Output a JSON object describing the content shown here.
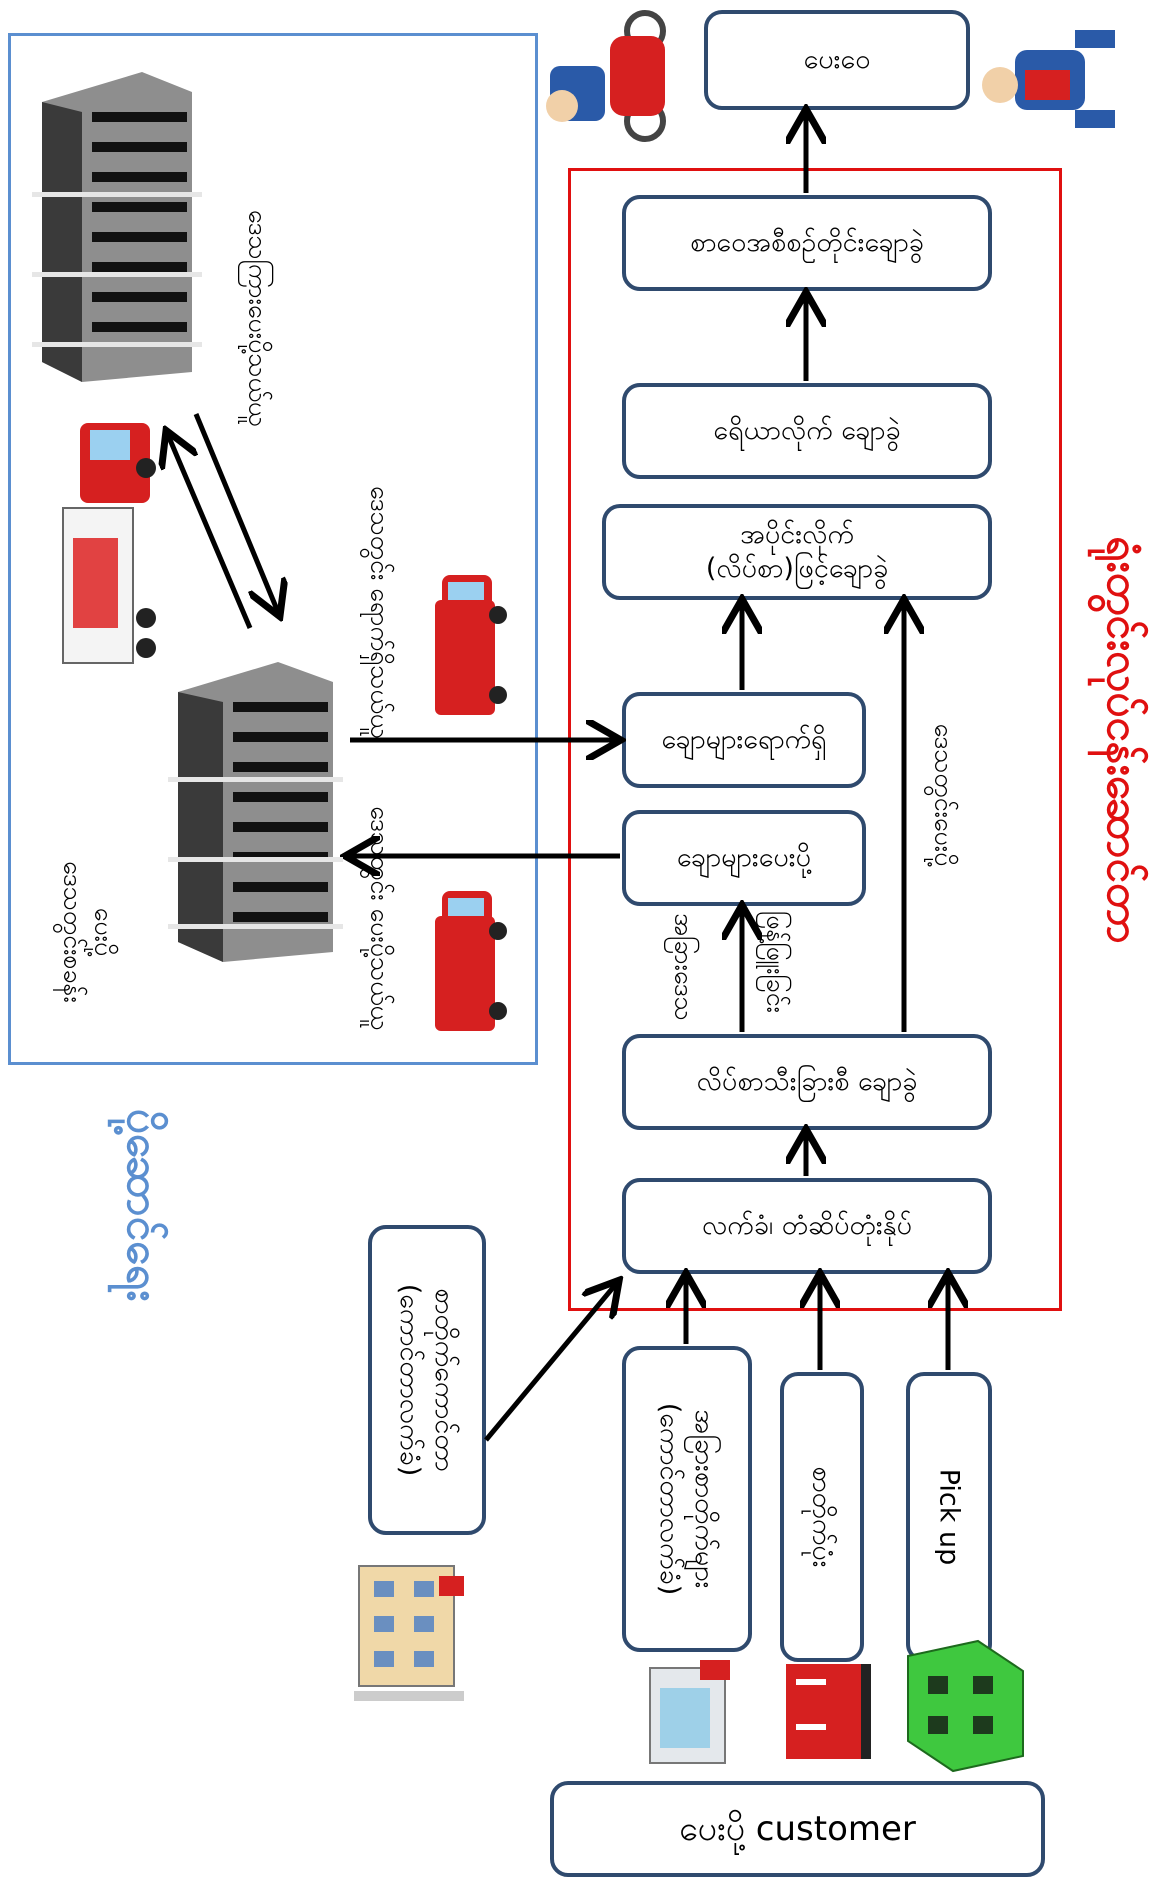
{
  "boxes": {
    "delivery": "ပေးဝေ",
    "sort_by_route": "စာဝေအစီစဉ်တိုင်းချောခွဲ",
    "sort_by_quarter": "ရေိယာလိုက် ချောခွဲ",
    "sort_by_section_line1": "အပိုင်းလိုက်",
    "sort_by_section_line2": "(လိပ်စာ)ဖြင့်ချောခွဲ",
    "mail_received": "ချောများရောက်ရှိ",
    "mail_sent": "ချောများပေးပို့",
    "address_sort": "လိပ်စာသီးခြားစီ ချောခွဲ",
    "postmark": "လက်ခံ၊ တံဆိပ်တုံးနိုပ်",
    "sender_customer": "ပေးပို့ customer"
  },
  "sources": {
    "post_office_counter_line1": "စာတိုက်ကောင်တာ",
    "post_office_counter_line2": "(ကောင်တာလက်ခံ)",
    "branch_office_line1": "အခြားစာတိုက်များ",
    "branch_office_line2": "(ကောင်တာလက်ခံ)",
    "mailbox": "စာတိုက်ပုံး",
    "pickup": "Pick up"
  },
  "labels": {
    "to_other_region": "အခြားဒေသ",
    "delivery_in_region": "ဒေသတွင်းပေးပို့",
    "transport_out": "ဒေသတွင်း ပေးပို့သယ်ယူ",
    "transport_in": "ဒေသတွင်း ရောက်ရှိသယ်ယူ",
    "long_distance": "ဒေသကြားပေးပို့သယ်ယူ",
    "sending_region_line1": "ပေးပို့",
    "sending_region_line2": "ဒေသတွင်းစခန်း",
    "route_name": "ဖြန့်ဖြူးခြင်း",
    "delivery_region": "ပို့ဆောင်ရေး",
    "office_process": "ရုံးတွင်းလုပ်ငန်းဆောင်တာ"
  },
  "colors": {
    "box_border": "#2f4a6e",
    "blue_frame": "#5b8fd0",
    "red_frame": "#e01010"
  }
}
